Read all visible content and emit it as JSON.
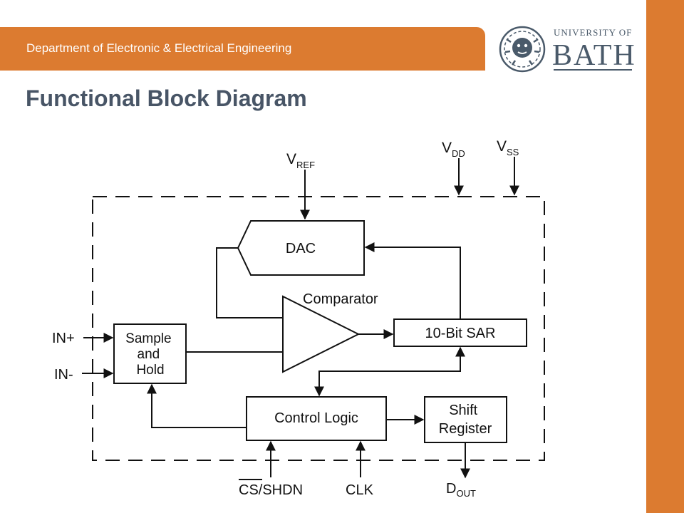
{
  "header": {
    "department": "Department of Electronic & Electrical Engineering"
  },
  "logo": {
    "line1": "UNIVERSITY OF",
    "line2": "BATH"
  },
  "title": "Functional Block Diagram",
  "diagram": {
    "supplies": {
      "vref": {
        "main": "V",
        "sub": "REF"
      },
      "vdd": {
        "main": "V",
        "sub": "DD"
      },
      "vss": {
        "main": "V",
        "sub": "SS"
      }
    },
    "blocks": {
      "dac": "DAC",
      "comparator": "Comparator",
      "sar": "10-Bit SAR",
      "sample_hold": [
        "Sample",
        "and",
        "Hold"
      ],
      "control_logic": "Control Logic",
      "shift_register": [
        "Shift",
        "Register"
      ]
    },
    "pins": {
      "in_plus": "IN+",
      "in_minus": "IN-",
      "cs_shdn": "CS/SHDN",
      "clk": "CLK",
      "dout": {
        "main": "D",
        "sub": "OUT"
      }
    }
  },
  "colors": {
    "accent": "#dc7b30",
    "title": "#485566",
    "logo": "#4a5a6a"
  }
}
